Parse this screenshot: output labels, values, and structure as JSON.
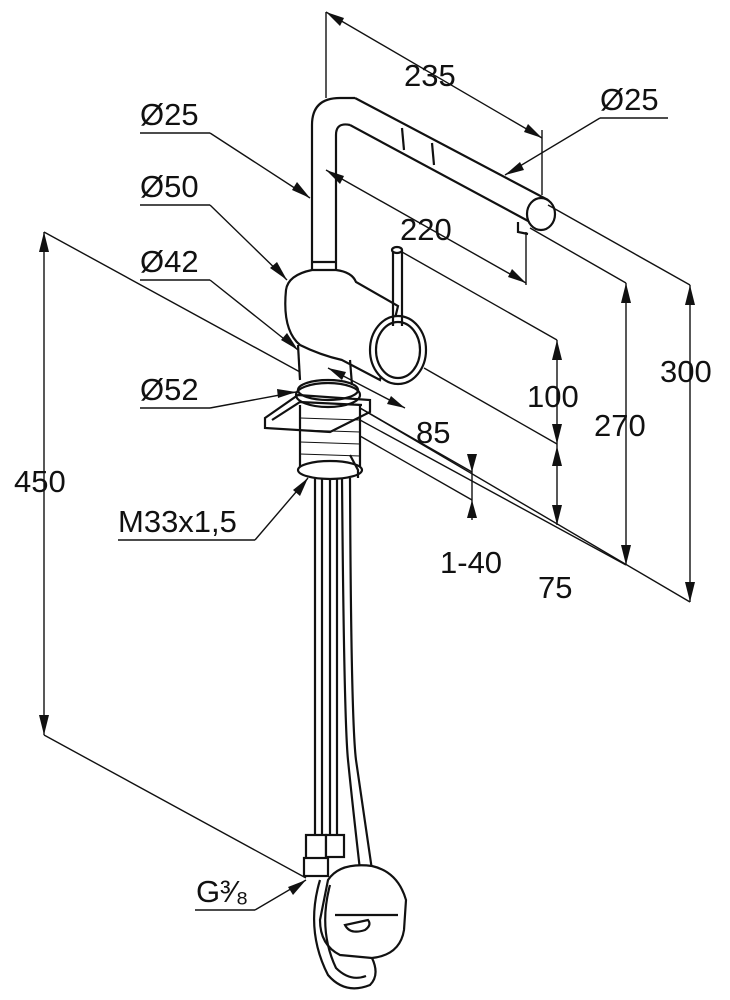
{
  "labels": {
    "d25_spout": "Ø25",
    "d50": "Ø50",
    "d42": "Ø42",
    "d52": "Ø52",
    "thread": "M33x1,5",
    "connection": "G³⁄₈",
    "d25_outlet": "Ø25",
    "dim_235": "235",
    "dim_220": "220",
    "dim_450": "450",
    "dim_300": "300",
    "dim_270": "270",
    "dim_100": "100",
    "dim_85": "85",
    "dim_75": "75",
    "dim_1_40": "1-40"
  },
  "colors": {
    "line": "#111111",
    "background": "#ffffff"
  }
}
